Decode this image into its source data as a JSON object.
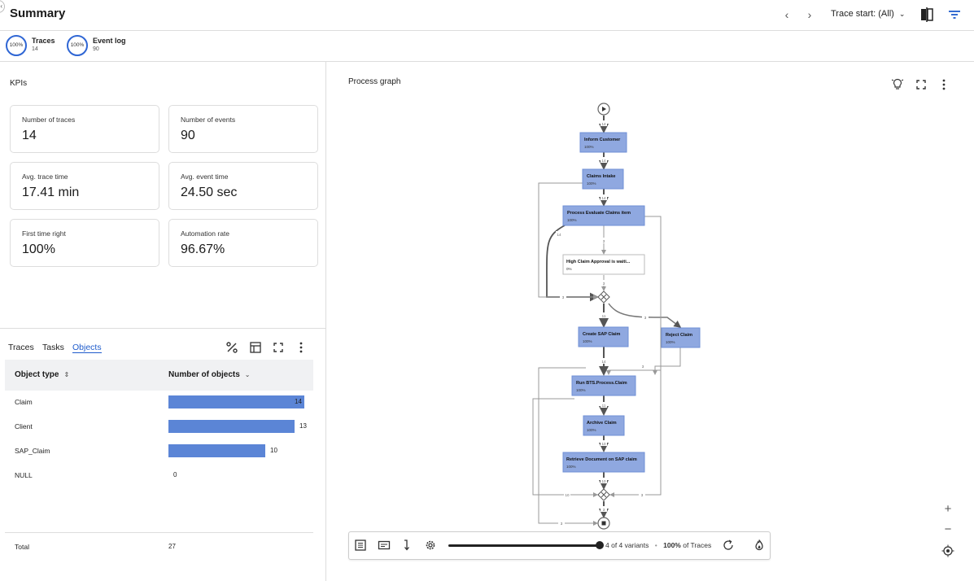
{
  "header": {
    "title": "Summary",
    "collapse_glyph": "‹",
    "prev_glyph": "‹",
    "next_glyph": "›",
    "trace_start": "Trace start: (All)"
  },
  "metrics": {
    "traces": {
      "percent": "100%",
      "label": "Traces",
      "value": "14"
    },
    "event_log": {
      "percent": "100%",
      "label": "Event log",
      "value": "90"
    }
  },
  "kpis": {
    "title": "KPIs",
    "cards": [
      {
        "label": "Number of traces",
        "value": "14"
      },
      {
        "label": "Number of events",
        "value": "90"
      },
      {
        "label": "Avg. trace time",
        "value": "17.41 min"
      },
      {
        "label": "Avg. event time",
        "value": "24.50 sec"
      },
      {
        "label": "First time right",
        "value": "100%"
      },
      {
        "label": "Automation rate",
        "value": "96.67%"
      }
    ]
  },
  "table": {
    "tabs": [
      "Traces",
      "Tasks",
      "Objects"
    ],
    "active_tab": "Objects",
    "columns": [
      "Object type",
      "Number of objects"
    ],
    "rows": [
      {
        "type": "Claim",
        "count": 14
      },
      {
        "type": "Client",
        "count": 13
      },
      {
        "type": "SAP_Claim",
        "count": 10
      },
      {
        "type": "NULL",
        "count": 0
      }
    ],
    "max_count": 14,
    "total_label": "Total",
    "total_value": "27",
    "bar_color": "#5b85d6"
  },
  "graph": {
    "title": "Process graph",
    "activities": [
      {
        "name": "Inform Customer",
        "pct": "100%"
      },
      {
        "name": "Claims Intake",
        "pct": "100%"
      },
      {
        "name": "Process Evaluate Claims item",
        "pct": "100%"
      },
      {
        "name": "High Claim Approval is waiti...",
        "pct": "0%"
      },
      {
        "name": "Create SAP Claim",
        "pct": "100%"
      },
      {
        "name": "Reject Claim",
        "pct": "100%"
      },
      {
        "name": "Run BTS.Process.Claim",
        "pct": "100%"
      },
      {
        "name": "Archive Claim",
        "pct": "100%"
      },
      {
        "name": "Retrieve Document on SAP claim",
        "pct": "100%"
      }
    ],
    "edge_labels": [
      "14",
      "14",
      "14",
      "14",
      "3",
      "3",
      "3",
      "11",
      "14",
      "3",
      "3",
      "11",
      "10",
      "10",
      "10",
      "3",
      "3",
      "3"
    ],
    "node_color": "#8fa8e0",
    "node_border": "#6f8fd6"
  },
  "toolbar": {
    "variants_text": "4 of 4 variants",
    "separator": "•",
    "traces_pct": "100%",
    "traces_suffix": " of Traces"
  },
  "zoom": {
    "plus": "+",
    "minus": "−"
  }
}
